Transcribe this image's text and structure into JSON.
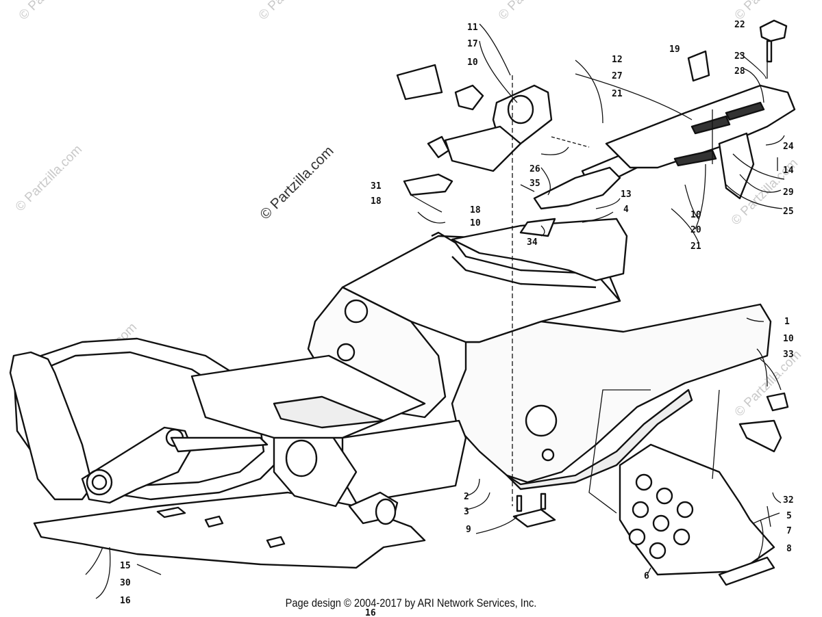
{
  "watermark": {
    "text": "© Partzilla.com"
  },
  "footer": {
    "text": "Page design © 2004-2017 by ARI Network Services, Inc."
  },
  "callouts": {
    "c1": "1",
    "c2": "2",
    "c3": "3",
    "c4": "4",
    "c5": "5",
    "c6": "6",
    "c7": "7",
    "c8": "8",
    "c9": "9",
    "c10a": "10",
    "c10b": "10",
    "c10c": "10",
    "c10d": "10",
    "c11": "11",
    "c12": "12",
    "c13": "13",
    "c14": "14",
    "c15": "15",
    "c16a": "16",
    "c16b": "16",
    "c17": "17",
    "c18a": "18",
    "c18b": "18",
    "c19": "19",
    "c20": "20",
    "c21a": "21",
    "c21b": "21",
    "c22": "22",
    "c23": "23",
    "c24": "24",
    "c25": "25",
    "c26": "26",
    "c27": "27",
    "c28": "28",
    "c29": "29",
    "c30": "30",
    "c31": "31",
    "c32": "32",
    "c33": "33",
    "c34": "34",
    "c35": "35"
  }
}
